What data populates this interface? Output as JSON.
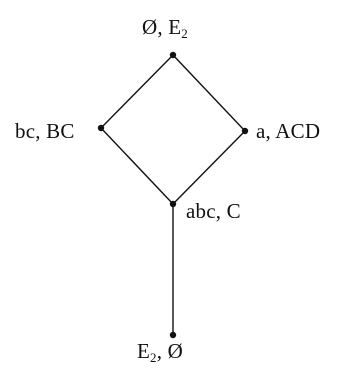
{
  "diagram": {
    "nodes": [
      {
        "id": "top",
        "main": "Ø, E",
        "sub": "2",
        "tail": ""
      },
      {
        "id": "left",
        "main": "bc, BC",
        "sub": "",
        "tail": ""
      },
      {
        "id": "right",
        "main": "a, ACD",
        "sub": "",
        "tail": ""
      },
      {
        "id": "mid",
        "main": "abc, C",
        "sub": "",
        "tail": ""
      },
      {
        "id": "bottom",
        "main": "E",
        "sub": "2",
        "tail": ", Ø"
      }
    ],
    "edges": [
      {
        "from": "top",
        "to": "left"
      },
      {
        "from": "top",
        "to": "right"
      },
      {
        "from": "left",
        "to": "mid"
      },
      {
        "from": "right",
        "to": "mid"
      },
      {
        "from": "mid",
        "to": "bottom"
      }
    ],
    "colors": {
      "ink": "#111111",
      "background": "#ffffff"
    }
  }
}
